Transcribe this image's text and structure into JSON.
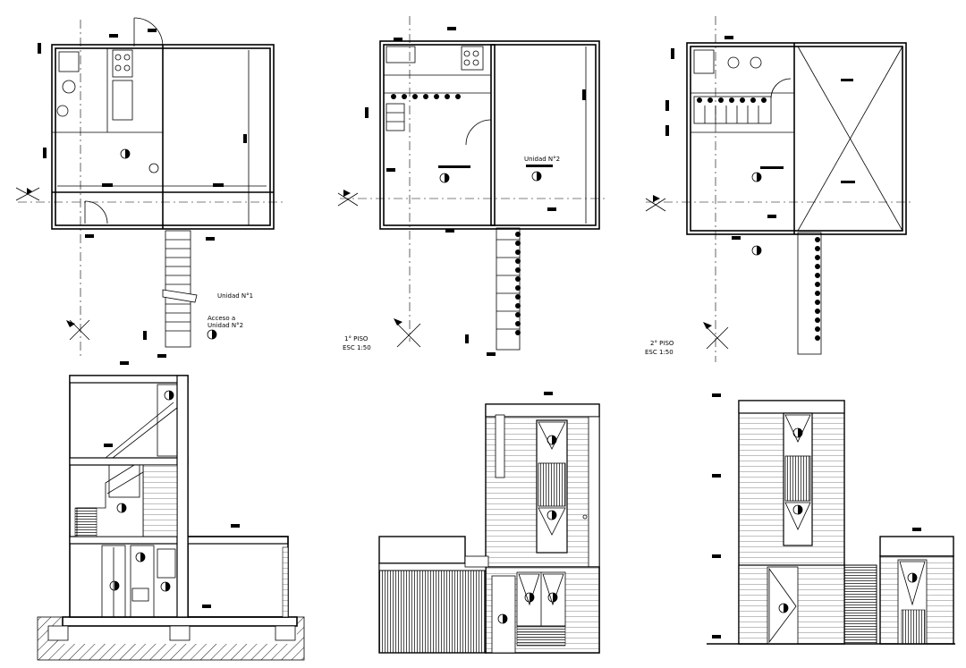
{
  "labels": {
    "unit1": "Unidad N°1",
    "unit2": "Unidad N°2",
    "access_line1": "Acceso a",
    "access_line2": "Unidad N°2",
    "floor1": "1° PISO",
    "floor2": "2° PISO",
    "scale": "ESC 1:50"
  }
}
